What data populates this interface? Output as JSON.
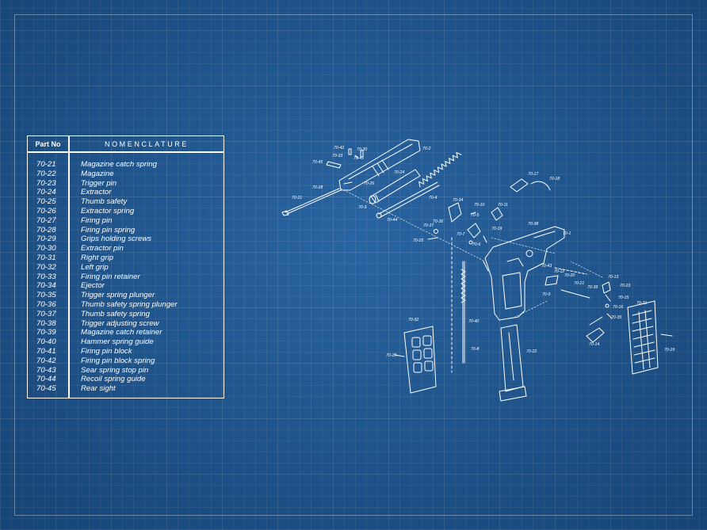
{
  "table": {
    "header_part_no": "Part No",
    "header_nomenclature": "NOMENCLATURE",
    "rows": [
      {
        "no": "70-21",
        "name": "Magazine catch spring"
      },
      {
        "no": "70-22",
        "name": "Magazine"
      },
      {
        "no": "70-23",
        "name": "Trigger pin"
      },
      {
        "no": "70-24",
        "name": "Extractor"
      },
      {
        "no": "70-25",
        "name": "Thumb safety"
      },
      {
        "no": "70-26",
        "name": "Extractor spring"
      },
      {
        "no": "70-27",
        "name": "Firing pin"
      },
      {
        "no": "70-28",
        "name": "Firing pin spring"
      },
      {
        "no": "70-29",
        "name": "Grips holding screws"
      },
      {
        "no": "70-30",
        "name": "Extractor pin"
      },
      {
        "no": "70-31",
        "name": "Right grip"
      },
      {
        "no": "70-32",
        "name": "Left grip"
      },
      {
        "no": "70-33",
        "name": "Firing pin retainer"
      },
      {
        "no": "70-34",
        "name": "Ejector"
      },
      {
        "no": "70-35",
        "name": "Trigger spring plunger"
      },
      {
        "no": "70-36",
        "name": "Thumb safety spring plunger"
      },
      {
        "no": "70-37",
        "name": "Thumb safety spring"
      },
      {
        "no": "70-38",
        "name": "Trigger adjusting screw"
      },
      {
        "no": "70-39",
        "name": "Magazine catch retainer"
      },
      {
        "no": "70-40",
        "name": "Hammer spring guide"
      },
      {
        "no": "70-41",
        "name": "Firing pin block"
      },
      {
        "no": "70-42",
        "name": "Firing pin block spring"
      },
      {
        "no": "70-43",
        "name": "Sear spring stop pin"
      },
      {
        "no": "70-44",
        "name": "Recoil spring guide"
      },
      {
        "no": "70-45",
        "name": "Rear sight"
      }
    ]
  },
  "callouts": {
    "c1": "70-42",
    "c2": "70-30",
    "c3": "70-2",
    "c4": "70-33",
    "c5": "70-41",
    "c6": "70-45",
    "c7": "70-24",
    "c8": "70-28",
    "c9": "70-26",
    "c10": "70-21",
    "c11": "70-3",
    "c12": "70-44",
    "c13": "70-4",
    "c14": "70-17",
    "c15": "70-18",
    "c16": "70-34",
    "c17": "70-10",
    "c18": "70-11",
    "c19": "70-5",
    "c20": "70-36",
    "c21": "70-37",
    "c22": "70-19",
    "c23": "70-38",
    "c24": "70-1",
    "c25": "70-25",
    "c26": "70-7",
    "c27": "70-6",
    "c28": "70-43",
    "c29": "70-12",
    "c30": "70-20",
    "c31": "70-21",
    "c32": "70-39",
    "c33": "70-9",
    "c34": "70-13",
    "c35": "70-23",
    "c36": "70-15",
    "c37": "70-16",
    "c38": "70-35",
    "c39": "70-31",
    "c40": "70-32",
    "c41": "70-40",
    "c42": "70-29",
    "c43": "70-8",
    "c44": "70-22",
    "c45": "70-14",
    "c46": "70-29"
  }
}
